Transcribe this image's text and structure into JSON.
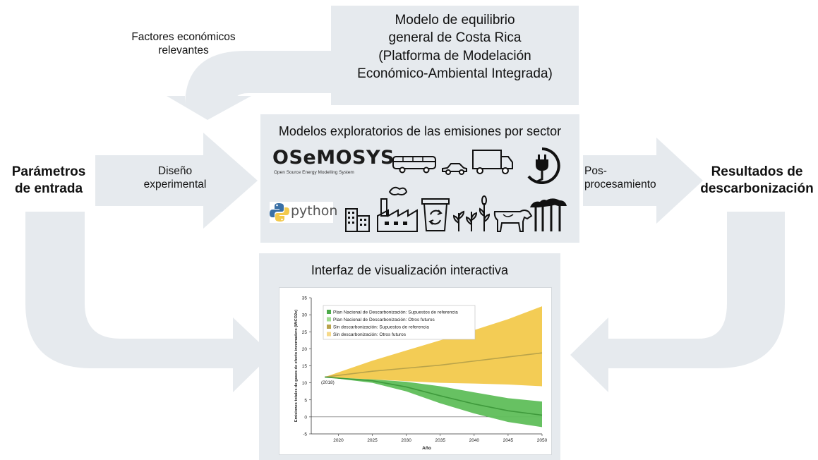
{
  "diagram": {
    "general_model": {
      "line1": "Modelo de equilibrio",
      "line2": "general de Costa Rica",
      "line3": "(Platforma de Modelación",
      "line4": "Económico-Ambiental Integrada)"
    },
    "economic_factors": {
      "line1": "Factores económicos",
      "line2": "relevantes"
    },
    "exploratory_models": {
      "title": "Modelos exploratorios de las emisiones por sector"
    },
    "inputs": {
      "line1": "Parámetros",
      "line2": "de entrada"
    },
    "experimental_design": {
      "line1": "Diseño",
      "line2": "experimental"
    },
    "post_processing": {
      "line1": "Pos-",
      "line2": "procesamiento"
    },
    "results": {
      "line1": "Resultados de",
      "line2": "descarbonización"
    },
    "visualization": {
      "title": "Interfaz de visualización interactiva"
    },
    "logos": {
      "osemosys": "OSeMOSYS",
      "osemosys_sub": "Open Source Energy Modelling System",
      "python": "python"
    },
    "sector_icons": [
      "bus-icon",
      "car-icon",
      "truck-icon",
      "electric-plug-icon",
      "buildings-icon",
      "factory-icon",
      "waste-recycling-icon",
      "crops-icon",
      "cow-icon",
      "trees-icon"
    ],
    "colors": {
      "panel": "#e6eaee",
      "arrow": "#e6eaee",
      "green": "#5fbe5a",
      "yellow": "#f2c94c"
    }
  },
  "chart_data": {
    "type": "area",
    "xlabel": "Año",
    "ylabel": "Emisiones totales de gases de efecto invernadero (MtCO2e)",
    "xlim": [
      2016,
      2050
    ],
    "ylim": [
      -5,
      35
    ],
    "x_ticks": [
      "2020",
      "2025",
      "2030",
      "2035",
      "2040",
      "2045",
      "2050"
    ],
    "y_ticks": [
      "35",
      "30",
      "25",
      "20",
      "15",
      "10",
      "5",
      "0",
      "-5"
    ],
    "annotation": "(2018)",
    "legend_position": "top-left",
    "legend": [
      {
        "label": "Plan Nacional de Descarbonización: Supuestos de referencia",
        "color": "#4caa4a"
      },
      {
        "label": "Plan Nacional de Descarbonización: Otros futuros",
        "color": "#9fdc8f"
      },
      {
        "label": "Sin descarbonización: Supuestos de referencia",
        "color": "#b9a34a"
      },
      {
        "label": "Sin descarbonización: Otros futuros",
        "color": "#f6d98a"
      }
    ],
    "series": [
      {
        "name": "Sin descarbonización: Otros futuros",
        "x": [
          2018,
          2025,
          2030,
          2035,
          2040,
          2045,
          2050
        ],
        "upper": [
          11.7,
          16.5,
          19.5,
          22.5,
          25.5,
          28.7,
          32.5
        ],
        "lower": [
          11.7,
          11.0,
          10.5,
          10.0,
          9.8,
          9.5,
          9.0
        ]
      },
      {
        "name": "Sin descarbonización: Supuestos de referencia",
        "x": [
          2018,
          2025,
          2030,
          2035,
          2040,
          2045,
          2050
        ],
        "values": [
          11.7,
          13.4,
          14.3,
          15.2,
          16.4,
          17.6,
          18.8
        ]
      },
      {
        "name": "Plan Nacional de Descarbonización: Otros futuros",
        "x": [
          2018,
          2025,
          2030,
          2035,
          2040,
          2045,
          2050
        ],
        "upper": [
          11.7,
          11.0,
          10.3,
          9.0,
          7.2,
          5.5,
          4.5
        ],
        "lower": [
          11.7,
          10.0,
          7.5,
          4.0,
          1.0,
          -1.5,
          -3.0
        ]
      },
      {
        "name": "Plan Nacional de Descarbonización: Supuestos de referencia",
        "x": [
          2018,
          2025,
          2030,
          2035,
          2040,
          2045,
          2050
        ],
        "values": [
          11.7,
          10.6,
          8.8,
          6.2,
          3.8,
          1.8,
          0.5
        ]
      }
    ]
  }
}
